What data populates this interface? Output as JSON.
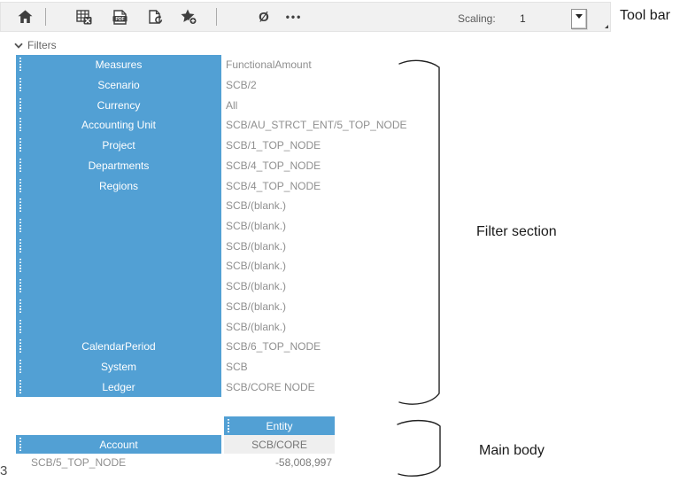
{
  "colors": {
    "accent_blue": "#52a0d4",
    "toolbar_bg": "#f1f1f1",
    "icon_color": "#3f3f3f",
    "value_text": "#8f8f8f",
    "gray_cell": "#efefef"
  },
  "toolbar": {
    "scaling_label": "Scaling:",
    "scaling_value": "1",
    "zero_suppression_glyph": "Ø",
    "more_glyph": "•••"
  },
  "annotations": {
    "toolbar_label": "Tool bar",
    "filter_label": "Filter section",
    "main_label": "Main body",
    "corner_marker": "3"
  },
  "filters": {
    "header": "Filters",
    "rows": [
      {
        "label": "Measures",
        "value": "FunctionalAmount"
      },
      {
        "label": "Scenario",
        "value": "SCB/2"
      },
      {
        "label": "Currency",
        "value": "All"
      },
      {
        "label": "Accounting Unit",
        "value": "SCB/AU_STRCT_ENT/5_TOP_NODE"
      },
      {
        "label": "Project",
        "value": "SCB/1_TOP_NODE"
      },
      {
        "label": "Departments",
        "value": "SCB/4_TOP_NODE"
      },
      {
        "label": "Regions",
        "value": "SCB/4_TOP_NODE"
      },
      {
        "label": "",
        "value": "SCB/(blank.)"
      },
      {
        "label": "",
        "value": "SCB/(blank.)"
      },
      {
        "label": "",
        "value": "SCB/(blank.)"
      },
      {
        "label": "",
        "value": "SCB/(blank.)"
      },
      {
        "label": "",
        "value": "SCB/(blank.)"
      },
      {
        "label": "",
        "value": "SCB/(blank.)"
      },
      {
        "label": "",
        "value": "SCB/(blank.)"
      },
      {
        "label": "CalendarPeriod",
        "value": "SCB/6_TOP_NODE"
      },
      {
        "label": "System",
        "value": "SCB"
      },
      {
        "label": "Ledger",
        "value": "SCB/CORE NODE"
      }
    ]
  },
  "main_body": {
    "entity_header": "Entity",
    "entity_value": "SCB/CORE",
    "account_header": "Account",
    "row_label": "SCB/5_TOP_NODE",
    "row_value": "-58,008,997"
  }
}
